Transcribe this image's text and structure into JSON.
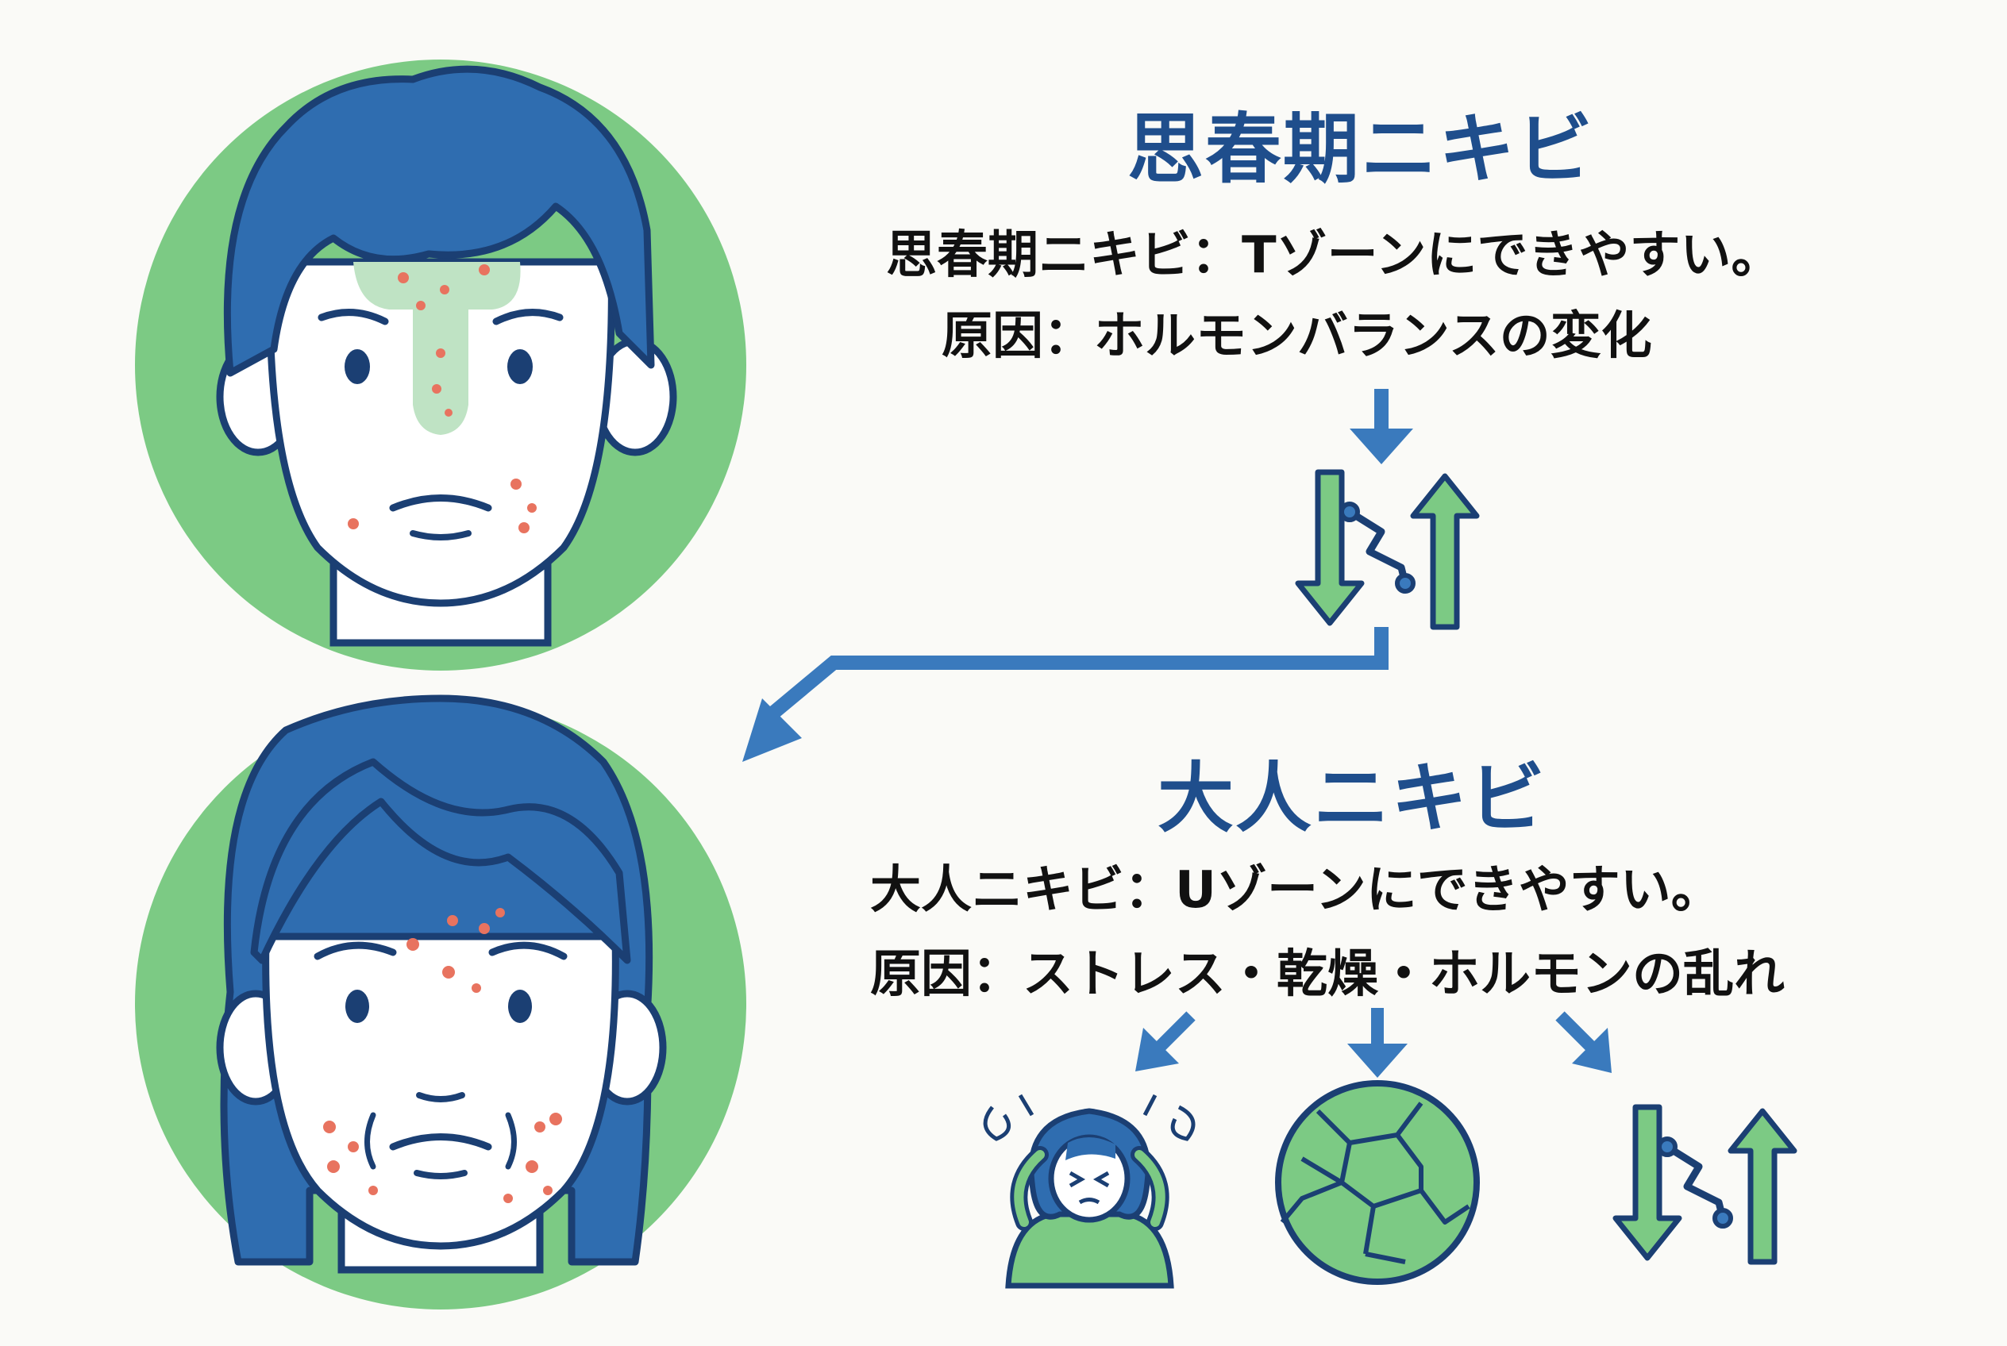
{
  "teen": {
    "title": "思春期ニキビ",
    "line1": "思春期ニキビ：Tゾーンにできやすい。",
    "line2": "原因：ホルモンバランスの変化"
  },
  "adult": {
    "title": "大人ニキビ",
    "line1": "大人ニキビ：Uゾーンにできやすい。",
    "line2": "原因：ストレス・乾燥・ホルモンの乱れ"
  },
  "colors": {
    "navy": "#1f4e8c",
    "blue": "#3a7abd",
    "green": "#7cca84",
    "outline": "#1b3f73",
    "spot": "#e8735f",
    "tzone": "#bfe3c4"
  },
  "icons": [
    "teen-face-icon",
    "adult-face-icon",
    "down-arrow-icon",
    "hormone-balance-icon",
    "stress-icon",
    "dry-skin-icon"
  ]
}
